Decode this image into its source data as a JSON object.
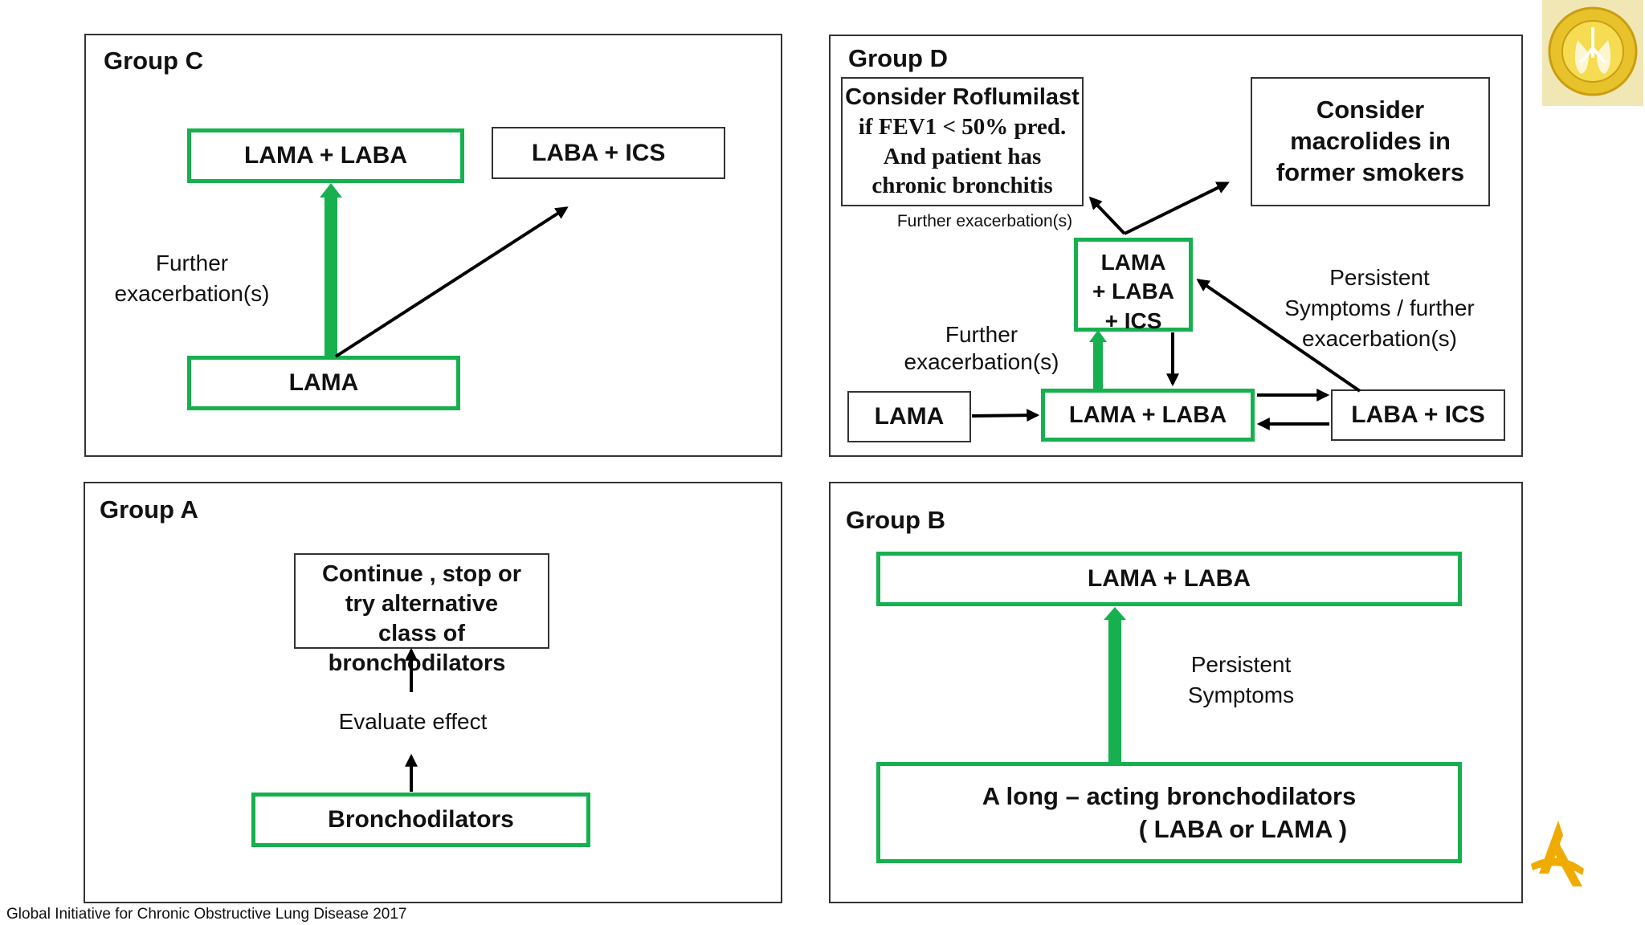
{
  "colors": {
    "accent_green": "#16b04f",
    "arrow": "#000000",
    "logo_gold": "#e8c22a"
  },
  "group_c": {
    "title": "Group C",
    "box_lama_laba": "LAMA + LABA",
    "box_laba_ics": "LABA + ICS",
    "box_lama": "LAMA",
    "label": [
      "Further",
      "exacerbation(s)"
    ]
  },
  "group_d": {
    "title": "Group D",
    "roflumilast": [
      "Consider Roflumilast",
      "if FEV1 < 50% pred.",
      "And patient has",
      "chronic bronchitis"
    ],
    "macrolides": [
      "Consider",
      "macrolides in",
      "former smokers"
    ],
    "further_exac_top": "Further exacerbation(s)",
    "box_triple": [
      "LAMA",
      "+ LABA",
      "+ ICS"
    ],
    "persistent": [
      "Persistent",
      "Symptoms / further",
      "exacerbation(s)"
    ],
    "further_exac_left": [
      "Further",
      "exacerbation(s)"
    ],
    "box_lama": "LAMA",
    "box_lama_laba": "LAMA + LABA",
    "box_laba_ics": "LABA + ICS"
  },
  "group_a": {
    "title": "Group A",
    "continue_box": [
      "Continue , stop or",
      "try alternative",
      "class of",
      "bronchodilators"
    ],
    "evaluate": "Evaluate effect",
    "bronchodilators": "Bronchodilators"
  },
  "group_b": {
    "title": "Group B",
    "box_lama_laba": "LAMA + LABA",
    "persistent": [
      "Persistent",
      "Symptoms"
    ],
    "long_acting": [
      "A long – acting bronchodilators",
      "( LABA or LAMA )"
    ]
  },
  "footer": "Global Initiative for Chronic Obstructive Lung Disease 2017",
  "logo_icons": [
    "gold-logo-icon",
    "astrazeneca-logo-icon"
  ]
}
